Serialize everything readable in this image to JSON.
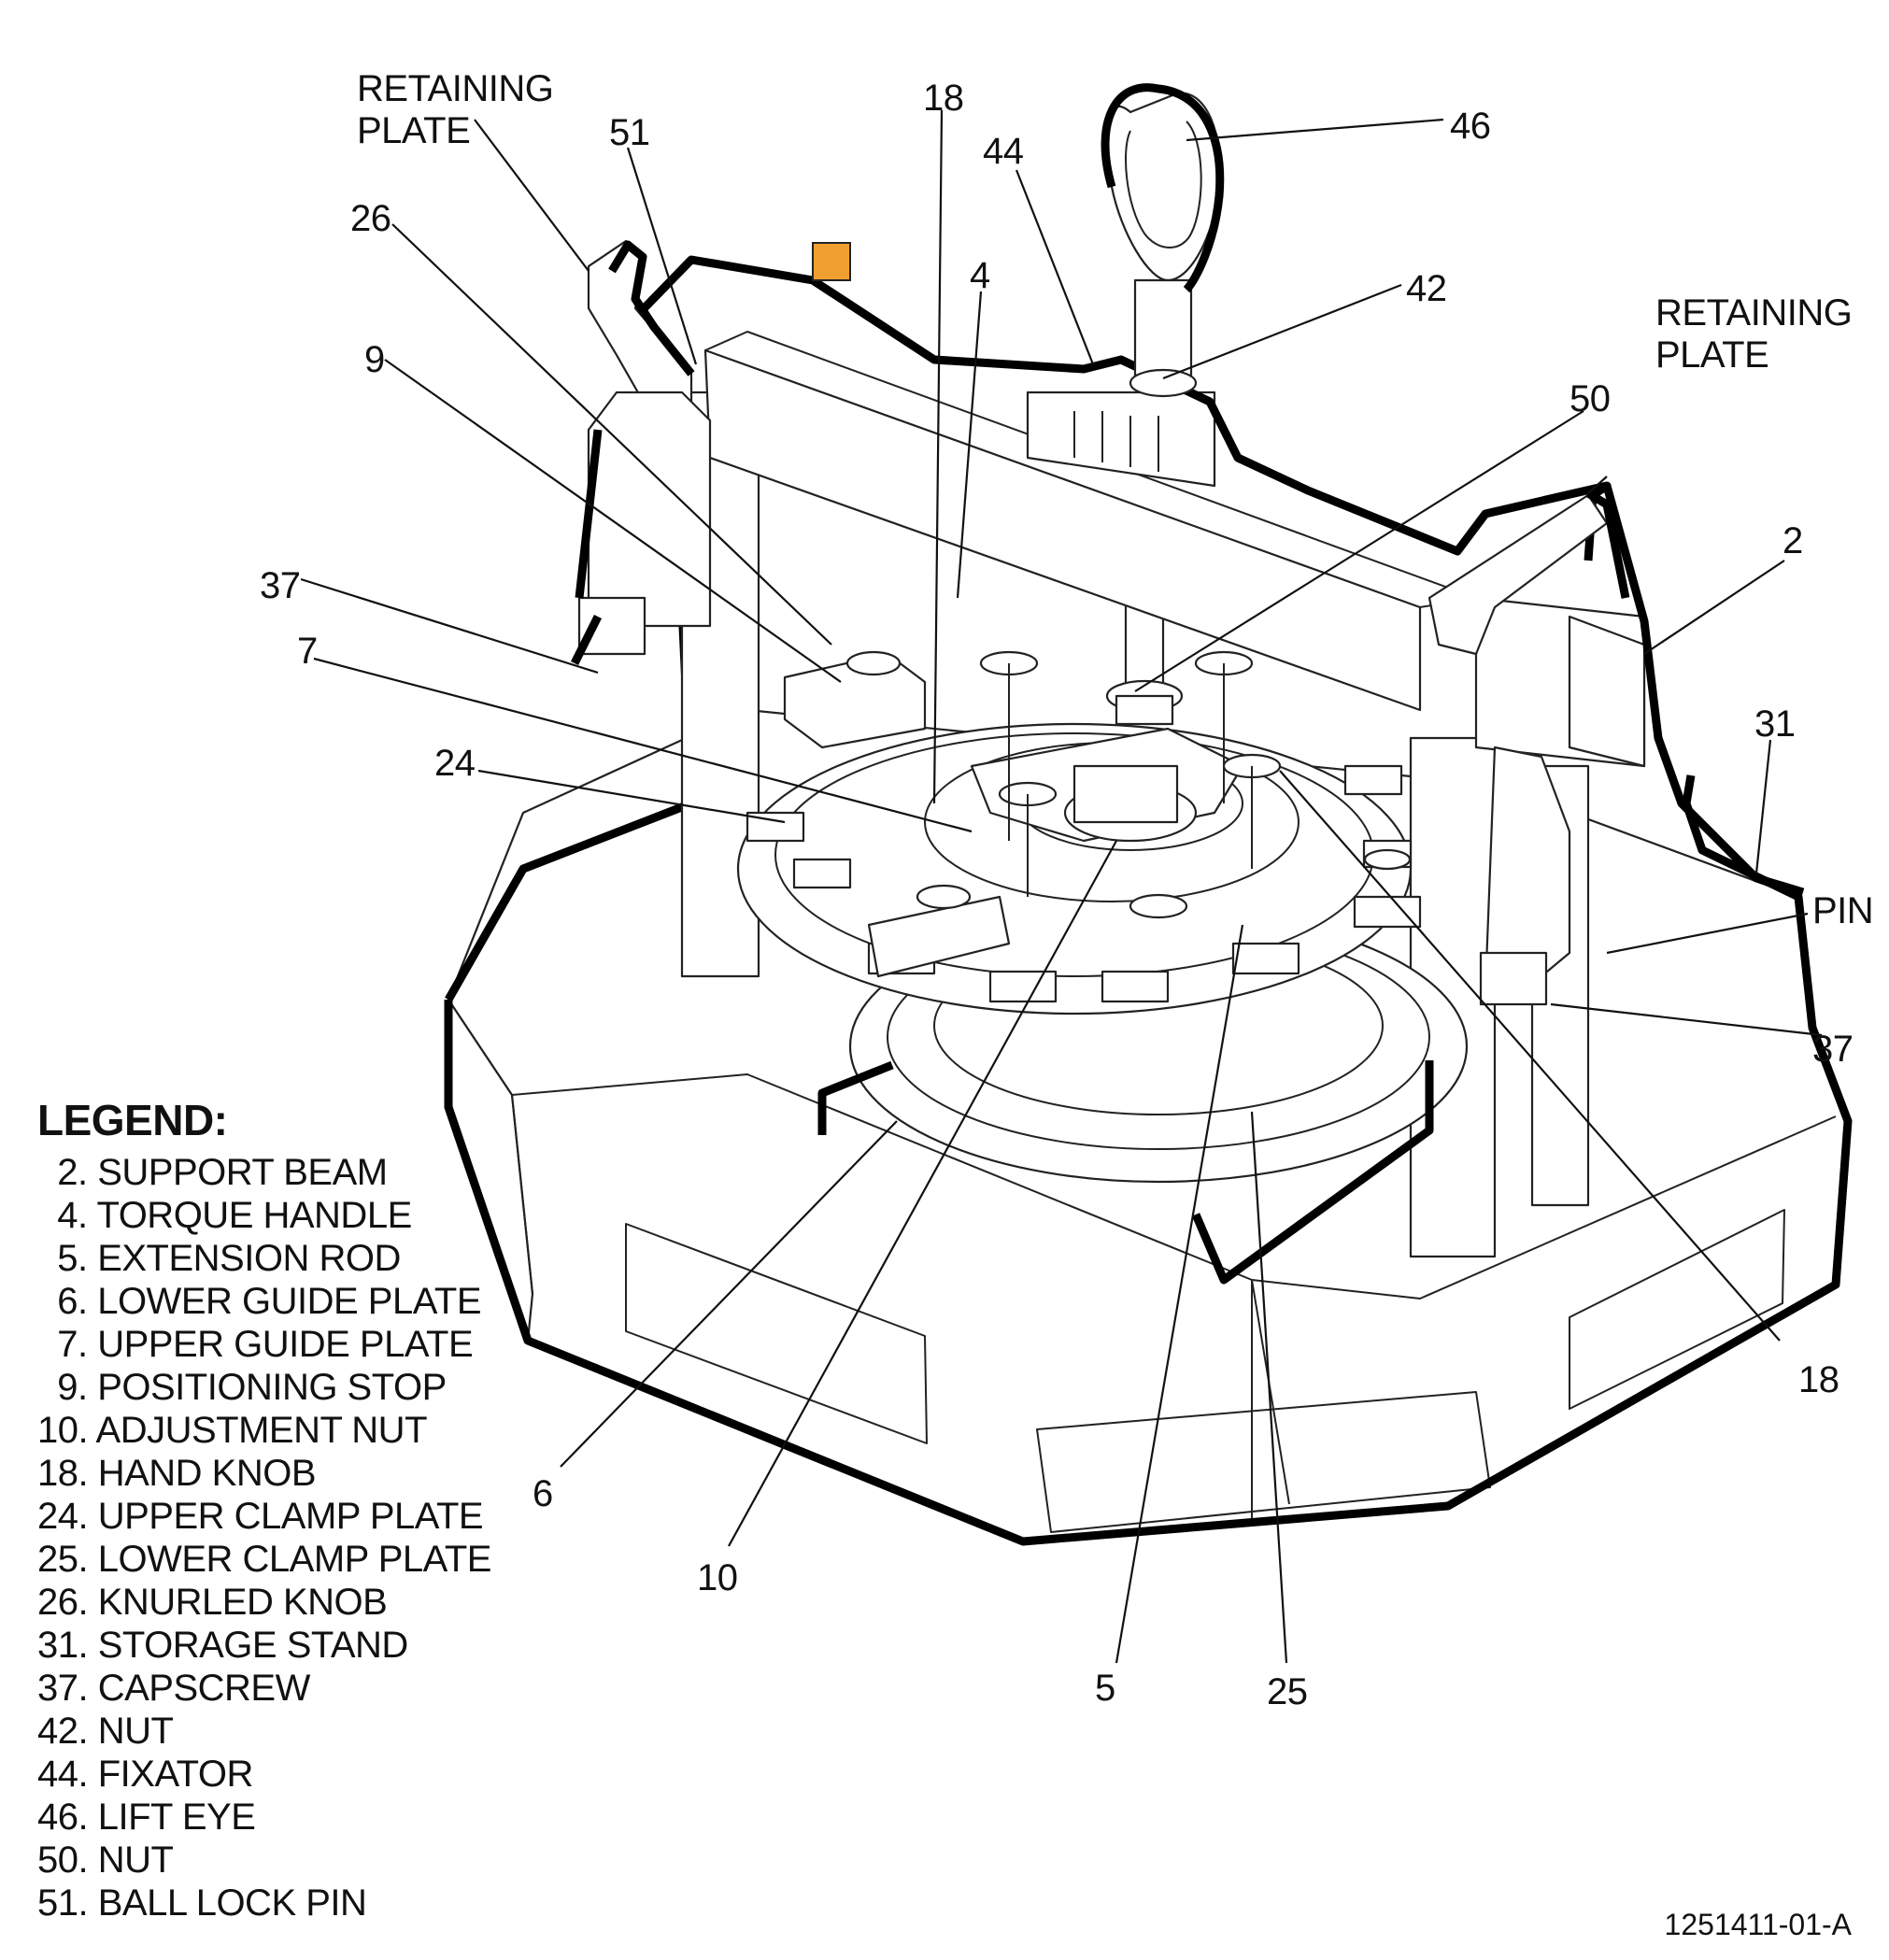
{
  "callouts": [
    {
      "id": "c-retaining-plate-left",
      "lines": [
        "RETAINING",
        "PLATE"
      ]
    },
    {
      "id": "c-51",
      "lines": [
        "51"
      ]
    },
    {
      "id": "c-18-top",
      "lines": [
        "18"
      ]
    },
    {
      "id": "c-44",
      "lines": [
        "44"
      ]
    },
    {
      "id": "c-46",
      "lines": [
        "46"
      ]
    },
    {
      "id": "c-26",
      "lines": [
        "26"
      ]
    },
    {
      "id": "c-4",
      "lines": [
        "4"
      ]
    },
    {
      "id": "c-42",
      "lines": [
        "42"
      ]
    },
    {
      "id": "c-retaining-plate-right",
      "lines": [
        "RETAINING",
        "PLATE"
      ]
    },
    {
      "id": "c-9",
      "lines": [
        "9"
      ]
    },
    {
      "id": "c-50",
      "lines": [
        "50"
      ]
    },
    {
      "id": "c-2",
      "lines": [
        "2"
      ]
    },
    {
      "id": "c-37-left",
      "lines": [
        "37"
      ]
    },
    {
      "id": "c-7",
      "lines": [
        "7"
      ]
    },
    {
      "id": "c-31",
      "lines": [
        "31"
      ]
    },
    {
      "id": "c-24",
      "lines": [
        "24"
      ]
    },
    {
      "id": "c-pin",
      "lines": [
        "PIN"
      ]
    },
    {
      "id": "c-37-right",
      "lines": [
        "37"
      ]
    },
    {
      "id": "c-18-bottom",
      "lines": [
        "18"
      ]
    },
    {
      "id": "c-6",
      "lines": [
        "6"
      ]
    },
    {
      "id": "c-10",
      "lines": [
        "10"
      ]
    },
    {
      "id": "c-5",
      "lines": [
        "5"
      ]
    },
    {
      "id": "c-25",
      "lines": [
        "25"
      ]
    }
  ],
  "legend": {
    "title": "LEGEND:",
    "items": [
      " 2. SUPPORT BEAM",
      " 4. TORQUE HANDLE",
      " 5. EXTENSION ROD",
      " 6. LOWER GUIDE PLATE",
      " 7. UPPER GUIDE PLATE",
      " 9. POSITIONING STOP",
      "10. ADJUSTMENT NUT",
      "18. HAND KNOB",
      "24. UPPER CLAMP PLATE",
      "25. LOWER CLAMP PLATE",
      "26. KNURLED KNOB",
      "31. STORAGE STAND",
      "37. CAPSCREW",
      "42. NUT",
      "44. FIXATOR",
      "46. LIFT EYE",
      "50. NUT",
      "51. BALL LOCK PIN"
    ]
  },
  "drawing_number": "1251411-01-A",
  "colors": {
    "line": "#000000",
    "highlight": "#f0a030",
    "background": "#ffffff"
  }
}
